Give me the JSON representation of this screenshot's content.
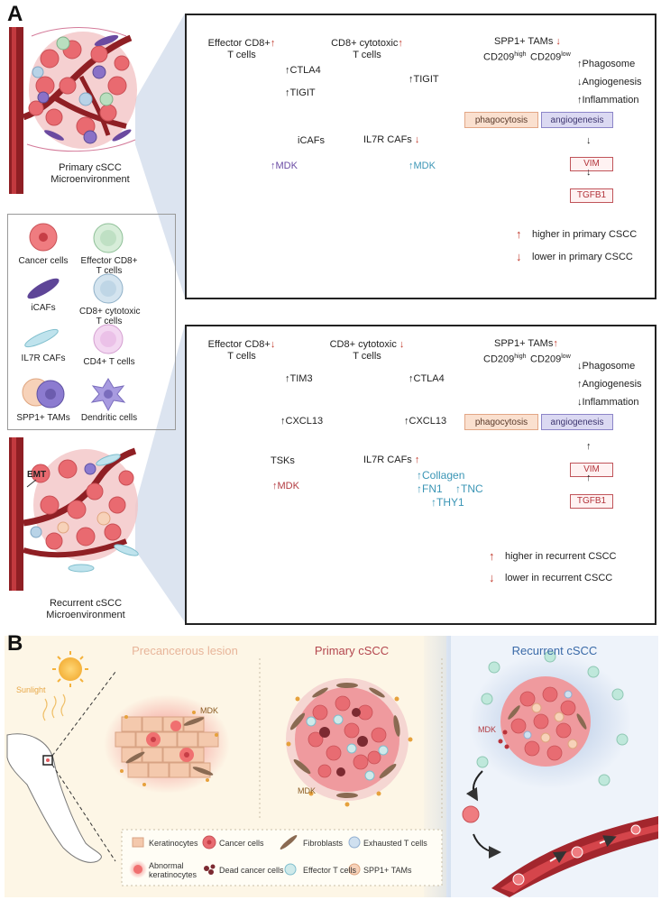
{
  "panel_a": {
    "letter": "A",
    "primary_label_1": "Primary cSCC",
    "primary_label_2": "Microenvironment",
    "recurrent_label_1": "Recurrent cSCC",
    "recurrent_label_2": "Microenvironment",
    "emt_label": "EMT",
    "legend": {
      "cancer": "Cancer cells",
      "effector_1": "Effector CD8+",
      "effector_2": "T cells",
      "icafs": "iCAFs",
      "cytotoxic_1": "CD8+ cytotoxic",
      "cytotoxic_2": "T cells",
      "il7r": "IL7R CAFs",
      "cd4": "CD4+ T cells",
      "spp1": "SPP1+ TAMs",
      "dendritic": "Dendritic cells"
    },
    "top": {
      "effector_1": "Effector CD8+",
      "effector_2": "T cells",
      "effector_arrow": "↑",
      "ctla4": "↑CTLA4",
      "tigit": "↑TIGIT",
      "cyto_1": "CD8+ cytotoxic",
      "cyto_2": "T cells",
      "cyto_arrow": "↑",
      "cyto_tigit": "↑TIGIT",
      "spp1": "SPP1+ TAMs",
      "spp1_arrow": "↓",
      "cd209_high": "CD209",
      "cd209_high_sup": "high",
      "cd209_low": "CD209",
      "cd209_low_sup": "low",
      "phagosome": "↑Phagosome",
      "angiogenesis": "↓Angiogenesis",
      "inflammation": "↑Inflammation",
      "phago_chip": "phagocytosis",
      "angio_chip": "angiogenesis",
      "icafs": "iCAFs",
      "il7r": "IL7R CAFs",
      "il7r_arrow": "↓",
      "mdk_left": "↑MDK",
      "mdk_right": "↑MDK",
      "vim": "VIM",
      "tgfb1": "TGFB1",
      "vim_arrow": "↓",
      "tgfb1_arrow": "↓",
      "legend_up_arrow": "↑",
      "legend_up": "higher in primary CSCC",
      "legend_down_arrow": "↓",
      "legend_down": "lower in primary CSCC"
    },
    "bottom": {
      "effector_1": "Effector CD8+",
      "effector_2": "T cells",
      "effector_arrow": "↓",
      "tim3": "↑TIM3",
      "cxcl13_left": "↑CXCL13",
      "cyto_1": "CD8+ cytotoxic",
      "cyto_2": "T cells",
      "cyto_arrow": "↓",
      "ctla4": "↑CTLA4",
      "cxcl13_right": "↑CXCL13",
      "spp1": "SPP1+ TAMs",
      "spp1_arrow": "↑",
      "cd209_high": "CD209",
      "cd209_high_sup": "high",
      "cd209_low": "CD209",
      "cd209_low_sup": "low",
      "phagosome": "↓Phagosome",
      "angiogenesis": "↑Angiogenesis",
      "inflammation": "↓Inflammation",
      "phago_chip": "phagocytosis",
      "angio_chip": "angiogenesis",
      "tsks": "TSKs",
      "mdk": "↑MDK",
      "il7r": "IL7R CAFs",
      "il7r_arrow": "↑",
      "collagen": "↑Collagen",
      "fn1": "↑FN1",
      "tnc": "↑TNC",
      "thy1": "↑THY1",
      "vim": "VIM",
      "tgfb1": "TGFB1",
      "vim_arrow": "↑",
      "tgfb1_arrow": "↑",
      "legend_up_arrow": "↑",
      "legend_up": "higher in recurrent CSCC",
      "legend_down_arrow": "↓",
      "legend_down": "lower in recurrent CSCC"
    }
  },
  "panel_b": {
    "letter": "B",
    "sunlight": "Sunlight",
    "precancerous": "Precancerous lesion",
    "primary": "Primary cSCC",
    "recurrent": "Recurrent cSCC",
    "mdk_1": "MDK",
    "mdk_2": "MDK",
    "mdk_3": "MDK",
    "legend": {
      "keratinocytes": "Keratinocytes",
      "cancer": "Cancer cells",
      "fibroblasts": "Fibroblasts",
      "exhausted": "Exhausted T cells",
      "abnormal_1": "Abnormal",
      "abnormal_2": "keratinocytes",
      "dead": "Dead cancer cells",
      "effector": "Effector T cells",
      "spp1": "SPP1+ TAMs"
    },
    "colors": {
      "precancer_title": "#e8b59a",
      "primary_title": "#b4474f",
      "recurrent_title": "#3a6aa8"
    }
  }
}
